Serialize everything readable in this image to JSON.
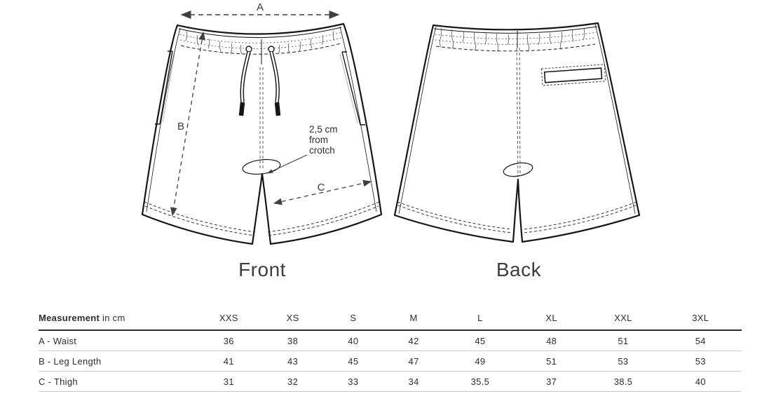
{
  "front_view": {
    "label": "Front",
    "dim_a_label": "A",
    "dim_b_label": "B",
    "dim_c_label": "C",
    "crotch_note_lines": [
      "2,5 cm",
      "from",
      "crotch"
    ]
  },
  "back_view": {
    "label": "Back"
  },
  "size_table": {
    "header_label_bold": "Measurement",
    "header_label_unit": "in cm",
    "sizes": [
      "XXS",
      "XS",
      "S",
      "M",
      "L",
      "XL",
      "XXL",
      "3XL"
    ],
    "rows": [
      {
        "label": "A - Waist",
        "values": [
          "36",
          "38",
          "40",
          "42",
          "45",
          "48",
          "51",
          "54"
        ]
      },
      {
        "label": "B - Leg Length",
        "values": [
          "41",
          "43",
          "45",
          "47",
          "49",
          "51",
          "53",
          "53"
        ]
      },
      {
        "label": "C - Thigh",
        "values": [
          "31",
          "32",
          "33",
          "34",
          "35.5",
          "37",
          "38.5",
          "40"
        ]
      }
    ]
  },
  "colors": {
    "background": "#ffffff",
    "drawing_line": "#161616",
    "dimension_line": "#3f3f3f",
    "caption_text": "#3e3e3e",
    "table_text": "#2e2e2e",
    "header_divider": "#2b2b2b",
    "row_divider": "#cccccc"
  },
  "chart_data": {
    "type": "table",
    "title": "Measurement in cm",
    "columns": [
      "Measurement in cm",
      "XXS",
      "XS",
      "S",
      "M",
      "L",
      "XL",
      "XXL",
      "3XL"
    ],
    "rows": [
      [
        "A - Waist",
        36,
        38,
        40,
        42,
        45,
        48,
        51,
        54
      ],
      [
        "B - Leg Length",
        41,
        43,
        45,
        47,
        49,
        51,
        53,
        53
      ],
      [
        "C - Thigh",
        31,
        32,
        33,
        34,
        35.5,
        37,
        38.5,
        40
      ]
    ]
  }
}
